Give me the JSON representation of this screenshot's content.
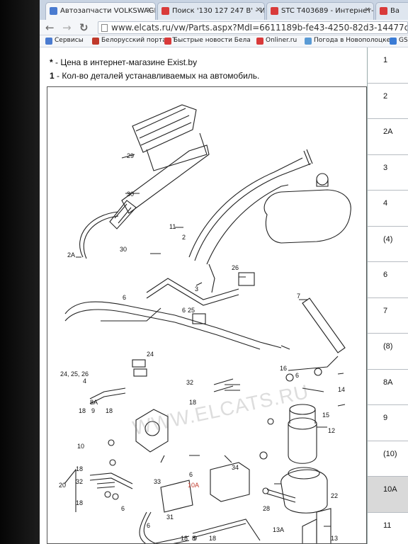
{
  "tabs": [
    {
      "label": "Автозапчасти VOLKSWAGE",
      "favicon_color": "#4a7bd0",
      "active": true
    },
    {
      "label": "Поиск '130 127 247 B' - Инте",
      "favicon_color": "#d93a3a",
      "active": false
    },
    {
      "label": "STC T403689 - Интернет-м",
      "favicon_color": "#d93a3a",
      "active": false
    },
    {
      "label": "Ва",
      "favicon_color": "#d93a3a",
      "active": false
    }
  ],
  "toolbar": {
    "url": "www.elcats.ru/vw/Parts.aspx?MdI=6611189b-fe43-4250-82d3-14477cc4d"
  },
  "bookmarks": [
    {
      "label": "Сервисы",
      "color": "#4a7bd0"
    },
    {
      "label": "Белорусский портал T",
      "color": "#c0392b"
    },
    {
      "label": "Быстрые новости Бела",
      "color": "#d93a3a"
    },
    {
      "label": "Onliner.ru",
      "color": "#d93a3a"
    },
    {
      "label": "Погода в Новополоцке",
      "color": "#5a9bd5"
    },
    {
      "label": "GS",
      "color": "#3a7bd5"
    }
  ],
  "legend": {
    "line1_marker": "*",
    "line1_text": " - Цена в интернет-магазине Exist.by",
    "line2_marker": "1",
    "line2_text": " - Кол-во деталей устанавливаемых на автомобиль."
  },
  "watermark": "WWW.ELCATS.RU",
  "diagram_labels": [
    "29",
    "30",
    "30",
    "11",
    "2",
    "2A",
    "3",
    "26",
    "6",
    "6",
    "25",
    "7",
    "24",
    "24, 25, 26",
    "4",
    "8A",
    "18",
    "9",
    "18",
    "10",
    "32",
    "18",
    "16",
    "6",
    "14",
    "15",
    "12",
    "6",
    "33",
    "10A",
    "31",
    "20",
    "32",
    "18",
    "18",
    "6",
    "6",
    "28",
    "34",
    "22",
    "18",
    "9",
    "18",
    "8",
    "13A",
    "13"
  ],
  "part_column": [
    {
      "label": "1",
      "grey": false
    },
    {
      "label": "2",
      "grey": false
    },
    {
      "label": "2A",
      "grey": false
    },
    {
      "label": "3",
      "grey": false
    },
    {
      "label": "4",
      "grey": false
    },
    {
      "label": "(4)",
      "grey": false
    },
    {
      "label": "6",
      "grey": false
    },
    {
      "label": "7",
      "grey": false
    },
    {
      "label": "(8)",
      "grey": false
    },
    {
      "label": "8A",
      "grey": false
    },
    {
      "label": "9",
      "grey": false
    },
    {
      "label": "(10)",
      "grey": false
    },
    {
      "label": "10A",
      "grey": true
    },
    {
      "label": "11",
      "grey": false
    }
  ]
}
